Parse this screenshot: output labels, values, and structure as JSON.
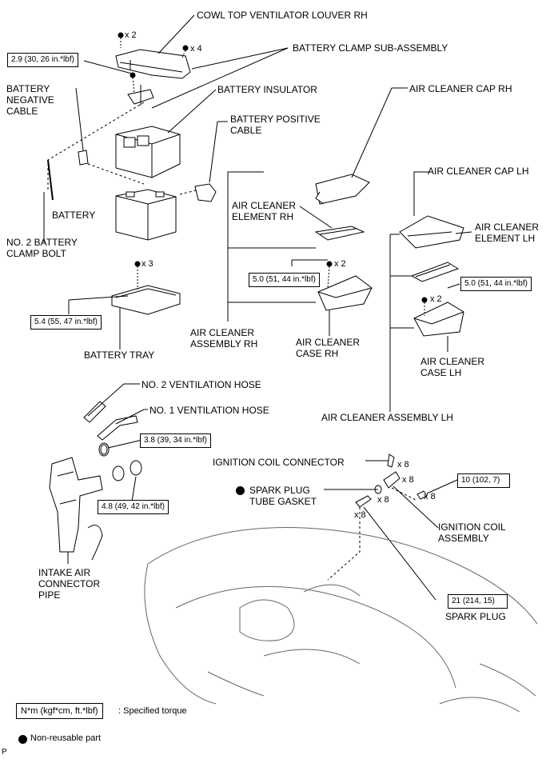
{
  "parts": {
    "cowl_top_louver_rh": "COWL TOP VENTILATOR LOUVER RH",
    "battery_clamp_sub_assembly": "BATTERY CLAMP SUB-ASSEMBLY",
    "battery_negative_cable": "BATTERY\nNEGATIVE\nCABLE",
    "battery_insulator": "BATTERY INSULATOR",
    "battery_positive_cable": "BATTERY POSITIVE\nCABLE",
    "battery": "BATTERY",
    "no2_battery_clamp_bolt": "NO. 2 BATTERY\nCLAMP BOLT",
    "battery_tray": "BATTERY TRAY",
    "air_cleaner_cap_rh": "AIR CLEANER CAP RH",
    "air_cleaner_element_rh": "AIR CLEANER\nELEMENT RH",
    "air_cleaner_assembly_rh": "AIR CLEANER\nASSEMBLY RH",
    "air_cleaner_case_rh": "AIR CLEANER\nCASE RH",
    "air_cleaner_cap_lh": "AIR CLEANER CAP LH",
    "air_cleaner_element_lh": "AIR CLEANER\nELEMENT LH",
    "air_cleaner_case_lh": "AIR CLEANER\nCASE LH",
    "air_cleaner_assembly_lh": "AIR CLEANER ASSEMBLY LH",
    "no2_ventilation_hose": "NO. 2 VENTILATION HOSE",
    "no1_ventilation_hose": "NO. 1 VENTILATION HOSE",
    "intake_air_connector_pipe": "INTAKE AIR\nCONNECTOR\nPIPE",
    "ignition_coil_connector": "IGNITION COIL CONNECTOR",
    "spark_plug_tube_gasket": "SPARK PLUG\nTUBE GASKET",
    "ignition_coil_assembly": "IGNITION COIL\nASSEMBLY",
    "spark_plug": "SPARK PLUG"
  },
  "torques": {
    "clamp": "2.9 (30, 26 in.*lbf)",
    "tray": "5.4 (55, 47 in.*lbf)",
    "case_rh": "5.0 (51, 44 in.*lbf)",
    "case_lh": "5.0 (51, 44 in.*lbf)",
    "hose_clamp_upper": "3.8 (39, 34 in.*lbf)",
    "hose_clamp_lower": "4.8 (49, 42 in.*lbf)",
    "coil_bolt": "10 (102, 7)",
    "spark_plug": "21 (214, 15)"
  },
  "quantities": {
    "louver_clips": "x 2",
    "louver_screws": "x 4",
    "tray_bolts": "x 3",
    "case_rh_bolts": "x 2",
    "case_lh_bolts": "x 2",
    "coil_connectors": "x 8",
    "coils": "x 8",
    "coil_bolts": "x 8",
    "gaskets": "x 8",
    "plugs": "x 8"
  },
  "legend": {
    "torque_unit": "N*m (kgf*cm, ft.*lbf)",
    "torque_desc": ": Specified torque",
    "non_reusable": "Non-reusable part"
  },
  "corner_mark": "P"
}
